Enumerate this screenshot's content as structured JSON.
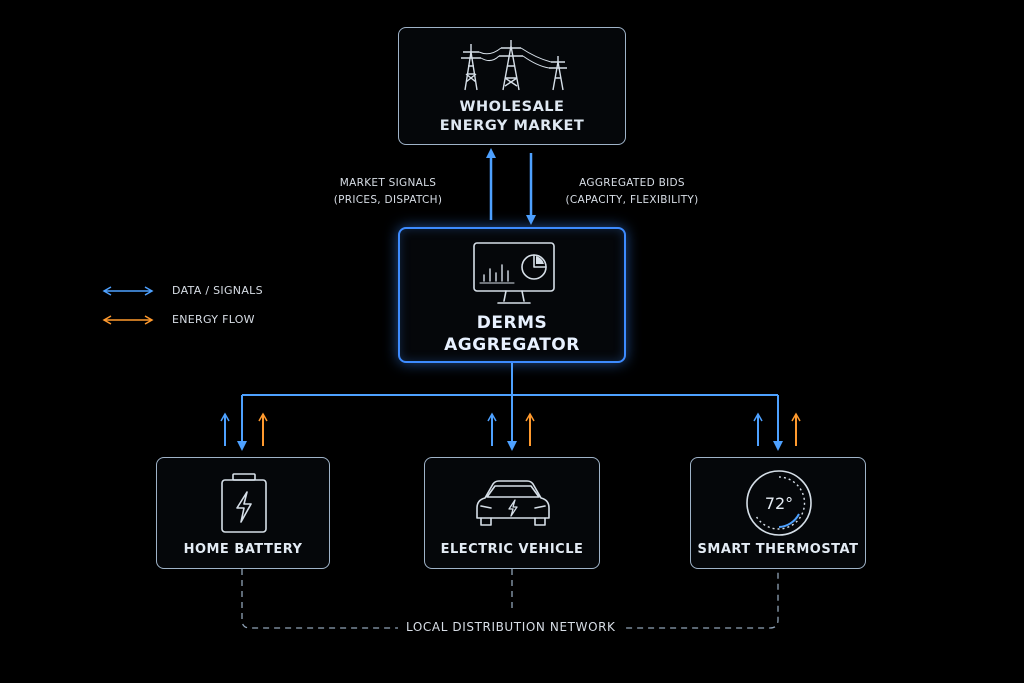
{
  "market": {
    "title_line1": "WHOLESALE",
    "title_line2": "ENERGY MARKET",
    "icon": "transmission-towers-icon"
  },
  "links_top": {
    "up_label_line1": "MARKET SIGNALS",
    "up_label_line2": "(PRICES, DISPATCH)",
    "down_label_line1": "AGGREGATED BIDS",
    "down_label_line2": "(CAPACITY, FLEXIBILITY)"
  },
  "aggregator": {
    "title_line1": "DERMS",
    "title_line2": "AGGREGATOR",
    "icon": "monitor-dashboard-icon"
  },
  "legend": [
    {
      "label": "DATA / SIGNALS",
      "color": "#4ea1ff"
    },
    {
      "label": "ENERGY FLOW",
      "color": "#ff9a2e"
    }
  ],
  "devices": [
    {
      "label": "HOME BATTERY",
      "icon": "battery-icon"
    },
    {
      "label": "ELECTRIC VEHICLE",
      "icon": "electric-car-icon"
    },
    {
      "label": "SMART THERMOSTAT",
      "icon": "thermostat-icon",
      "reading": "72°"
    }
  ],
  "network": {
    "label": "LOCAL DISTRIBUTION NETWORK"
  },
  "colors": {
    "signal": "#4ea1ff",
    "energy": "#ff9a2e",
    "border": "#9fb3c8",
    "hub": "#3d8bff"
  }
}
